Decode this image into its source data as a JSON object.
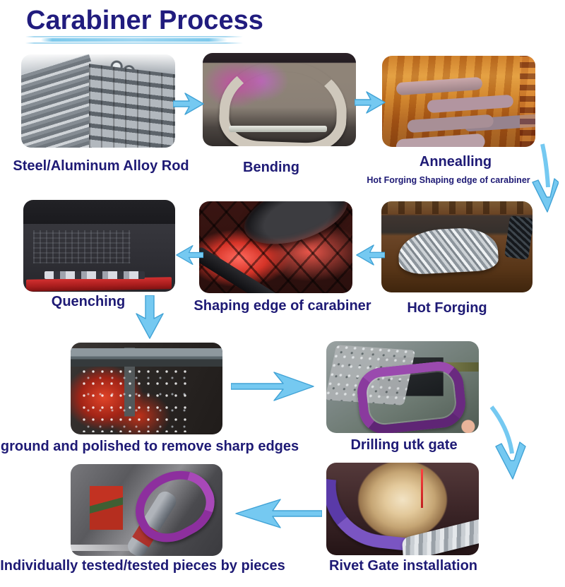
{
  "title": "Carabiner Process",
  "steps": [
    {
      "name": "steel-rod",
      "label": "Steel/Aluminum Alloy Rod",
      "photo": "steel-aluminum-rods-photo"
    },
    {
      "name": "bending",
      "label": "Bending",
      "photo": "carabiner-bending-photo"
    },
    {
      "name": "annealling",
      "label": "Annealling",
      "sublabel": "Hot Forging Shaping edge of carabiner",
      "photo": "annealing-furnace-photo"
    },
    {
      "name": "hot-forging",
      "label": "Hot Forging",
      "photo": "forged-blanks-tray-photo"
    },
    {
      "name": "shaping",
      "label": "Shaping edge of carabiner",
      "photo": "edge-shaping-photo"
    },
    {
      "name": "quenching",
      "label": "Quenching",
      "photo": "quenching-machine-photo"
    },
    {
      "name": "grinding",
      "label": "ground and polished to remove sharp edges",
      "photo": "grinding-polishing-photo"
    },
    {
      "name": "drilling",
      "label": "Drilling utk gate",
      "photo": "gate-drilling-photo"
    },
    {
      "name": "rivet",
      "label": "Rivet Gate installation",
      "photo": "rivet-gate-installation-photo"
    },
    {
      "name": "testing",
      "label": "Individually tested/tested pieces by pieces",
      "photo": "individual-testing-photo"
    }
  ],
  "arrows": [
    {
      "name": "arrow-steel-to-bending",
      "direction": "right"
    },
    {
      "name": "arrow-bending-to-annealling",
      "direction": "right"
    },
    {
      "name": "arrow-annealling-to-hot-forging",
      "direction": "down-curved"
    },
    {
      "name": "arrow-hot-forging-to-shaping",
      "direction": "left"
    },
    {
      "name": "arrow-shaping-to-quenching",
      "direction": "left"
    },
    {
      "name": "arrow-quenching-to-grinding",
      "direction": "down"
    },
    {
      "name": "arrow-grinding-to-drilling",
      "direction": "right-long"
    },
    {
      "name": "arrow-drilling-to-rivet",
      "direction": "down-curved"
    },
    {
      "name": "arrow-rivet-to-testing",
      "direction": "left-long"
    }
  ],
  "colors": {
    "title_text": "#211c7e",
    "label_text": "#1e1a75",
    "underline": "#8fd1ef",
    "arrow_fill": "#75c9f1",
    "arrow_stroke": "#42a3d6",
    "background": "#ffffff"
  }
}
